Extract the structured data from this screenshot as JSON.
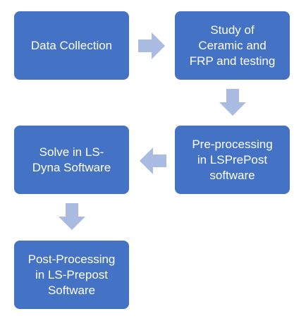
{
  "diagram": {
    "steps": [
      {
        "label": "Data Collection"
      },
      {
        "label": "Study of\nCeramic and\nFRP and testing"
      },
      {
        "label": "Pre-processing\nin LSPrePost\nsoftware"
      },
      {
        "label": "Solve in LS-\nDyna Software"
      },
      {
        "label": "Post-Processing\nin LS-Prepost\nSoftware"
      }
    ],
    "colors": {
      "box_fill": "#4472c4",
      "box_text": "#ffffff",
      "arrow_fill": "#a9bbe0"
    }
  }
}
